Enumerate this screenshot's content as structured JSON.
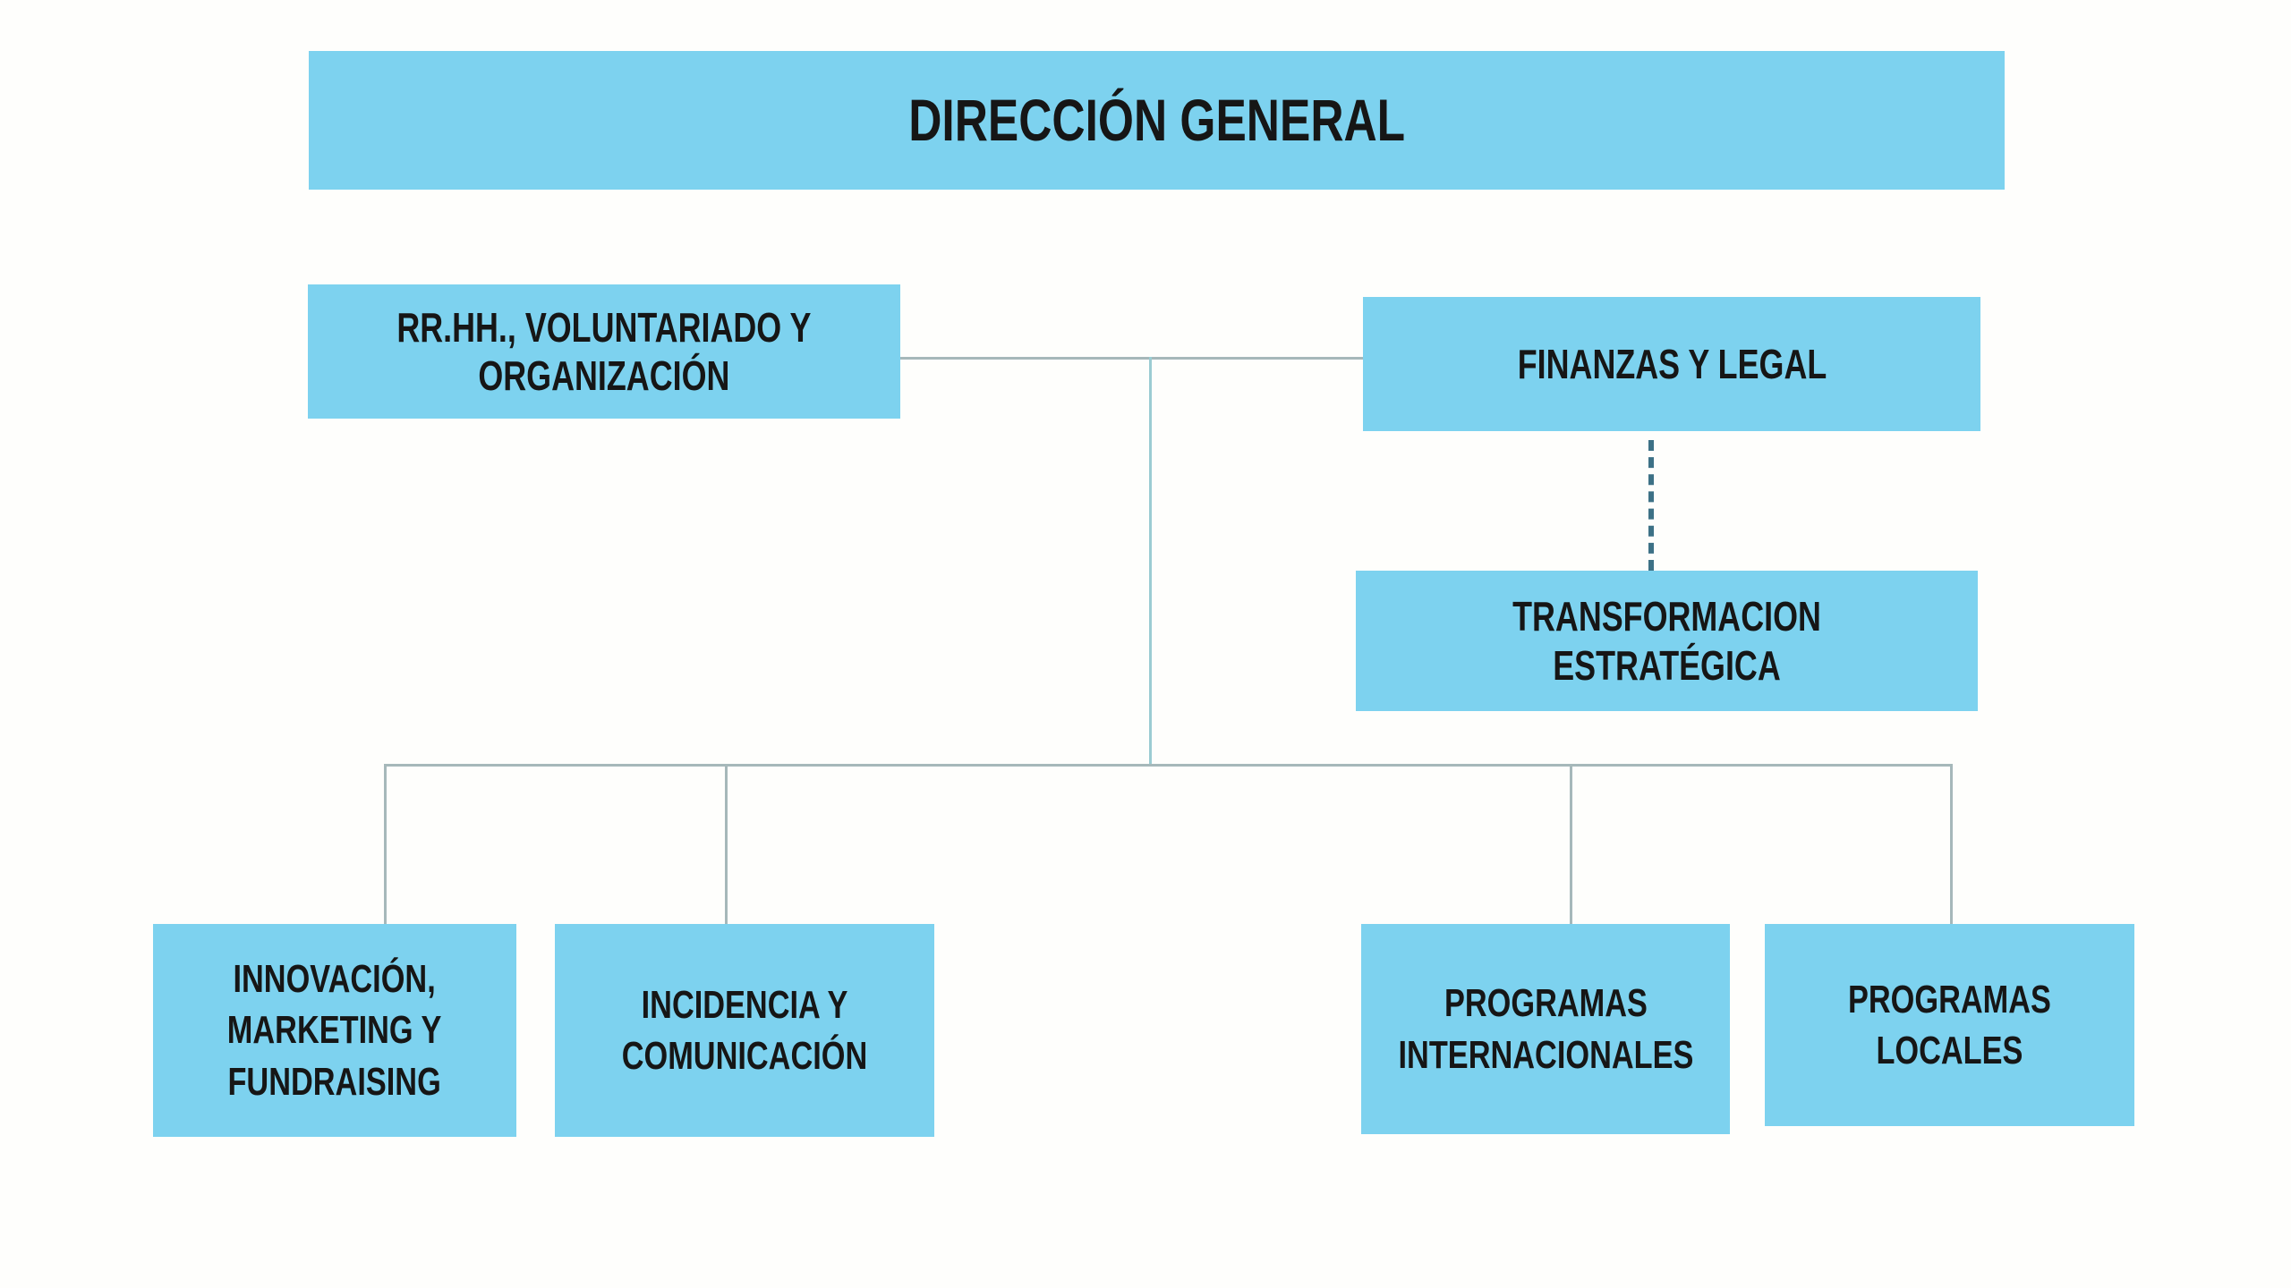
{
  "colors": {
    "background": "#fefefc",
    "box_fill": "#7dd2ef",
    "text": "#161616",
    "connector_line": "#a6b8ba",
    "center_riser": "#9bccd2",
    "dashed_connector": "#3d7186"
  },
  "nodes": {
    "direccion_general": {
      "label": "DIRECCIÓN GENERAL"
    },
    "rrhh": {
      "label": "RR.HH., VOLUNTARIADO Y\nORGANIZACIÓN"
    },
    "finanzas": {
      "label": "FINANZAS Y LEGAL"
    },
    "transformacion": {
      "label": "TRANSFORMACION ESTRATÉGICA"
    },
    "innovacion": {
      "label": "INNOVACIÓN,\nMARKETING Y\nFUNDRAISING"
    },
    "incidencia": {
      "label": "INCIDENCIA Y\nCOMUNICACIÓN"
    },
    "programas_internacionales": {
      "label": "PROGRAMAS\nINTERNACIONALES"
    },
    "programas_locales": {
      "label": "PROGRAMAS\nLOCALES"
    }
  },
  "connections": [
    {
      "from": "rrhh",
      "to": "finanzas",
      "style": "solid"
    },
    {
      "from": "direccion_general",
      "to": "innovacion",
      "style": "solid"
    },
    {
      "from": "direccion_general",
      "to": "incidencia",
      "style": "solid"
    },
    {
      "from": "direccion_general",
      "to": "programas_internacionales",
      "style": "solid"
    },
    {
      "from": "direccion_general",
      "to": "programas_locales",
      "style": "solid"
    },
    {
      "from": "finanzas",
      "to": "transformacion",
      "style": "dashed"
    }
  ]
}
